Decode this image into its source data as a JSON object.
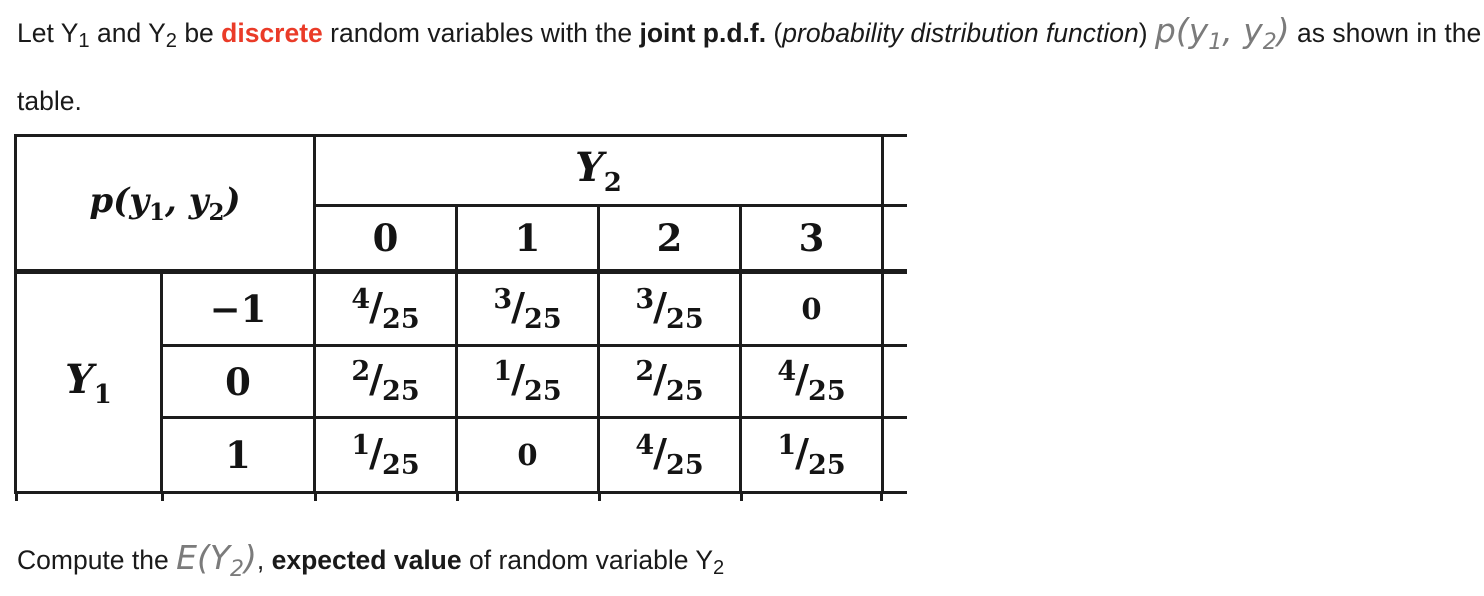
{
  "colors": {
    "text": "#1a1a1a",
    "accent_red": "#ea3b28",
    "math_gray": "#7b7b7b",
    "border": "#1c1c1c"
  },
  "intro": {
    "seg1": "Let Y",
    "seg1_sub": "1",
    "seg2": " and  Y",
    "seg2_sub": "2",
    "seg3": " be ",
    "discrete": "discrete",
    "seg4": " random variables with the ",
    "bold_pdf": "joint p.d.f.",
    "seg5": " (",
    "italic_pdf": "probability distribution function",
    "seg6": ") ",
    "math": {
      "m1": "p(y",
      "s1": "1",
      "m2": ", y",
      "s2": "2",
      "m3": ")"
    },
    "seg7": " as shown in the",
    "line2": "table."
  },
  "table": {
    "corner_label": {
      "m1": "p(y",
      "s1": "1",
      "m2": ", y",
      "s2": "2",
      "m3": ")"
    },
    "col_var": {
      "base": "Y",
      "sub": "2"
    },
    "row_var": {
      "base": "Y",
      "sub": "1"
    },
    "col_headers": [
      "0",
      "1",
      "2",
      "3"
    ],
    "row_headers": [
      "−1",
      "0",
      "1"
    ],
    "cells": [
      [
        {
          "n": "4",
          "d": "25"
        },
        {
          "n": "3",
          "d": "25"
        },
        {
          "n": "3",
          "d": "25"
        },
        {
          "v": "0"
        }
      ],
      [
        {
          "n": "2",
          "d": "25"
        },
        {
          "n": "1",
          "d": "25"
        },
        {
          "n": "2",
          "d": "25"
        },
        {
          "n": "4",
          "d": "25"
        }
      ],
      [
        {
          "n": "1",
          "d": "25"
        },
        {
          "v": "0"
        },
        {
          "n": "4",
          "d": "25"
        },
        {
          "n": "1",
          "d": "25"
        }
      ]
    ],
    "slash": "/"
  },
  "question": {
    "seg1": "Compute the ",
    "math": {
      "m1": "E(Y",
      "s1": "2",
      "m2": ")"
    },
    "seg2": ", ",
    "bold": "expected value",
    "seg3": " of random variable Y",
    "seg3_sub": "2"
  }
}
